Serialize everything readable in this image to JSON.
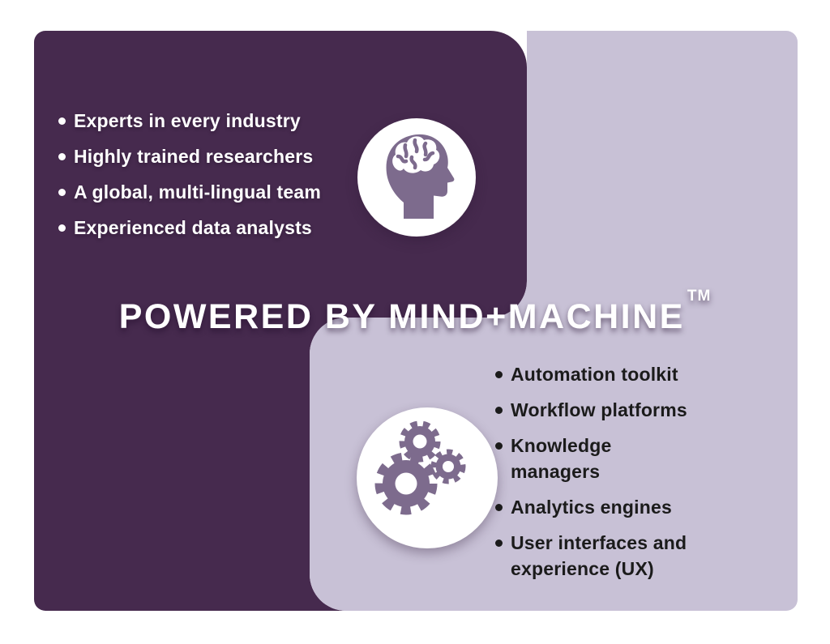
{
  "headline": {
    "text": "POWERED BY MIND+MACHINE",
    "trademark": "TM"
  },
  "mind_panel": {
    "icon": "head-brain-icon",
    "items": [
      "Experts in every industry",
      "Highly trained researchers",
      "A global, multi-lingual team",
      "Experienced data analysts"
    ]
  },
  "machine_panel": {
    "icon": "gears-icon",
    "items": [
      "Automation toolkit",
      "Workflow platforms",
      "Knowledge managers",
      "Analytics engines",
      "User interfaces and experience (UX)"
    ]
  },
  "colors": {
    "dark_purple": "#462a4e",
    "light_purple": "#c8c1d6",
    "icon_purple": "#7d6b8d",
    "white": "#ffffff",
    "dark_text": "#1b1b1b"
  }
}
